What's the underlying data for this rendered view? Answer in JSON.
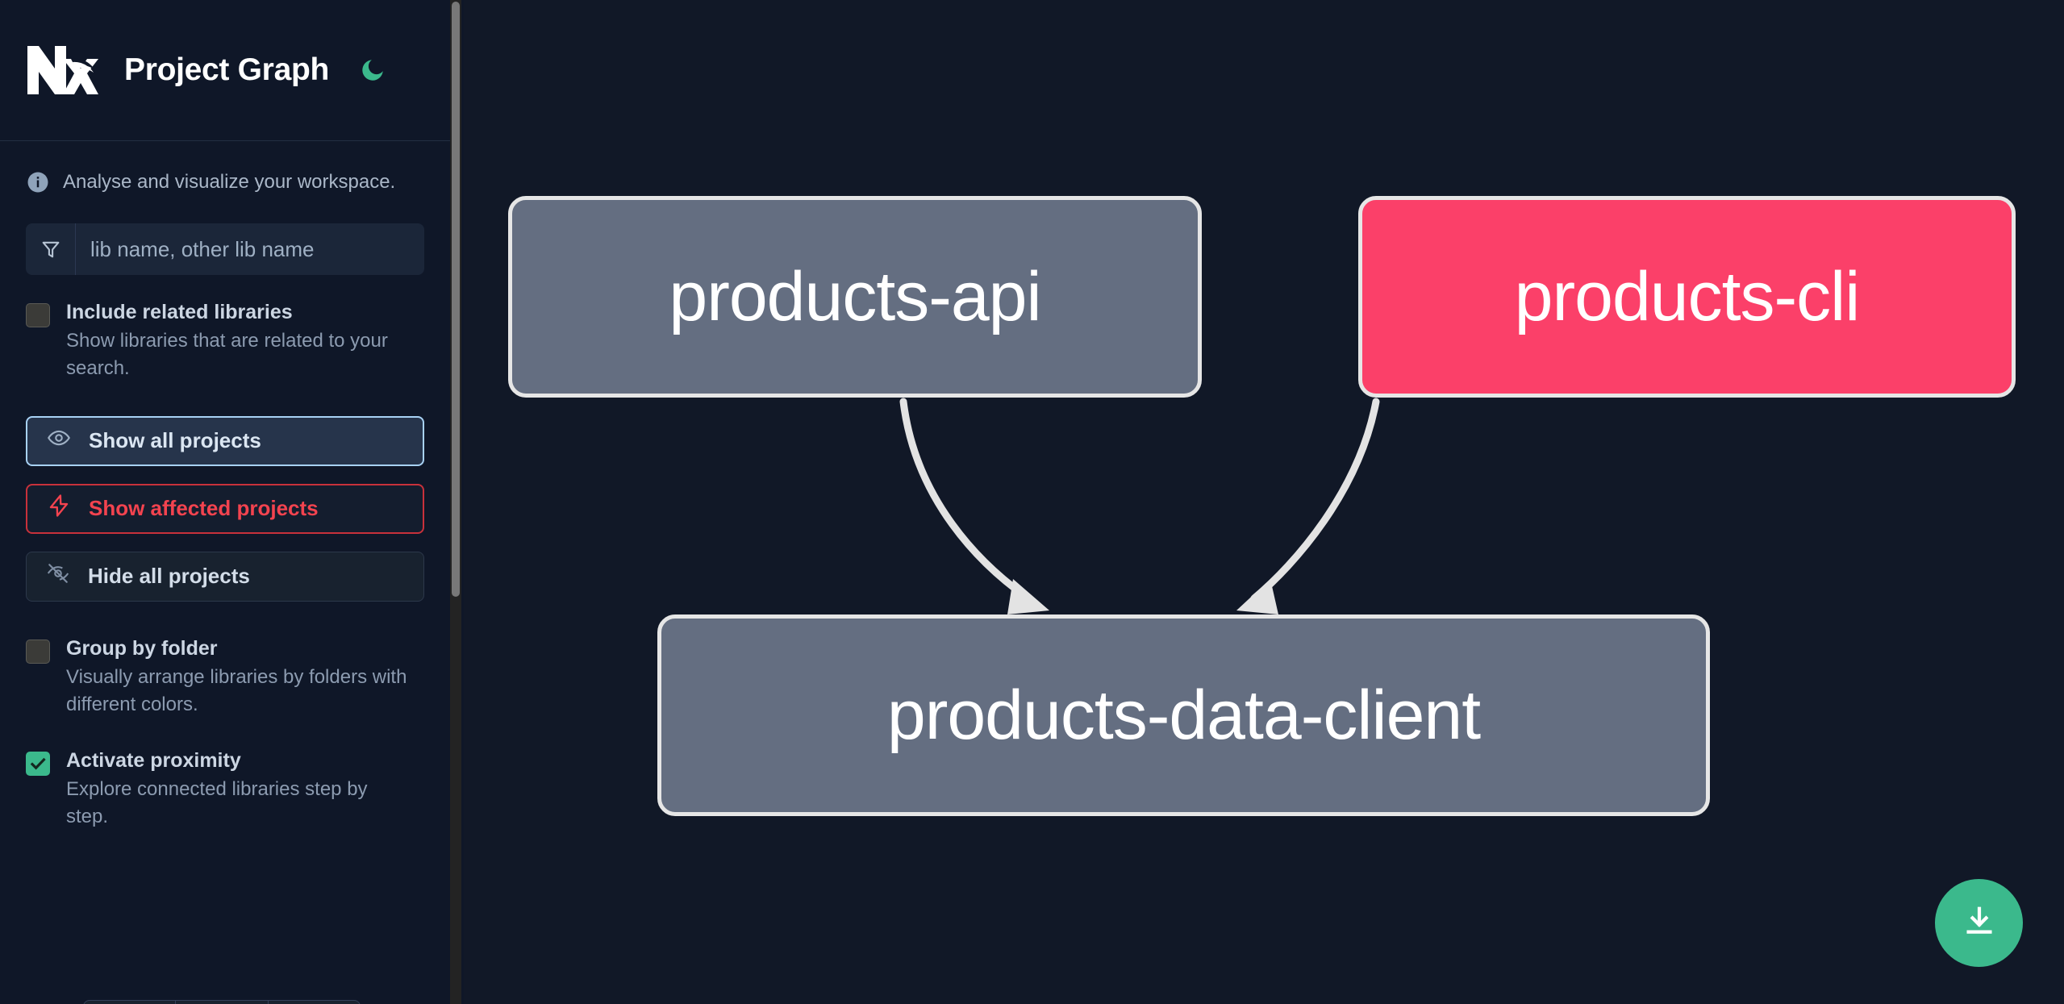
{
  "app": {
    "title": "Project Graph",
    "logo_icon": "nx-logo",
    "theme_toggle_icon": "moon-icon",
    "theme_toggle_color": "#3bb98c",
    "background": "#0f1728",
    "graph_background": "#111827"
  },
  "sidebar": {
    "tagline": {
      "icon": "info-icon",
      "text": "Analyse and visualize your workspace."
    },
    "search": {
      "icon": "filter-icon",
      "placeholder": "lib name, other lib name",
      "value": ""
    },
    "options_top": [
      {
        "id": "include-related-libraries",
        "label": "Include related libraries",
        "description": "Show libraries that are related to your search.",
        "checked": false
      }
    ],
    "buttons": [
      {
        "id": "show-all-projects",
        "label": "Show all projects",
        "icon": "eye-icon",
        "style": "primary"
      },
      {
        "id": "show-affected-projects",
        "label": "Show affected projects",
        "icon": "lightning-icon",
        "style": "danger"
      },
      {
        "id": "hide-all-projects",
        "label": "Hide all projects",
        "icon": "eye-slash-icon",
        "style": "plain"
      }
    ],
    "options_bottom": [
      {
        "id": "group-by-folder",
        "label": "Group by folder",
        "description": "Visually arrange libraries by folders with different colors.",
        "checked": false
      },
      {
        "id": "activate-proximity",
        "label": "Activate proximity",
        "description": "Explore connected libraries step by step.",
        "checked": true
      }
    ],
    "accent_colors": {
      "primary_border": "#a8d2f5",
      "danger_border": "#c8313b",
      "danger_text": "#f3434f",
      "checkbox_on": "#3bb98c"
    }
  },
  "graph": {
    "nodes": [
      {
        "id": "products-api",
        "label": "products-api",
        "fill": "#646e81",
        "border": "#e6e6e6",
        "state": "normal"
      },
      {
        "id": "products-cli",
        "label": "products-cli",
        "fill": "#fb4069",
        "border": "#e6e6e6",
        "state": "affected"
      },
      {
        "id": "products-data-client",
        "label": "products-data-client",
        "fill": "#646e81",
        "border": "#e6e6e6",
        "state": "normal"
      }
    ],
    "edges": [
      {
        "from": "products-api",
        "to": "products-data-client"
      },
      {
        "from": "products-cli",
        "to": "products-data-client"
      }
    ],
    "download_button": {
      "icon": "download-icon",
      "color": "#3bb98c"
    }
  }
}
